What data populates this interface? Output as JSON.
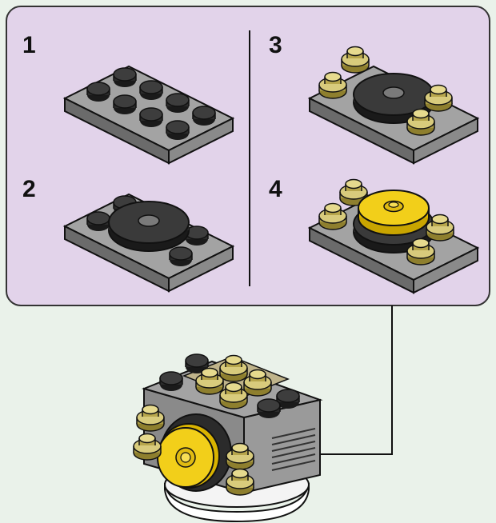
{
  "steps": [
    {
      "label": "1"
    },
    {
      "label": "2"
    },
    {
      "label": "3"
    },
    {
      "label": "4"
    }
  ],
  "colors": {
    "page_background": "#eaf2ea",
    "panel_fill": "#e2d3ea",
    "panel_stroke": "#333333",
    "plate_top": "#a3a3a3",
    "plate_side": "#6b6b6b",
    "stud_black": "#2b2b2b",
    "stud_gold": "#cdbf73",
    "turntable_yellow": "#f2cf1a",
    "tan_brick": "#bfb38a",
    "outline": "#111111"
  },
  "icons": [
    "arrow-pointer-icon"
  ]
}
